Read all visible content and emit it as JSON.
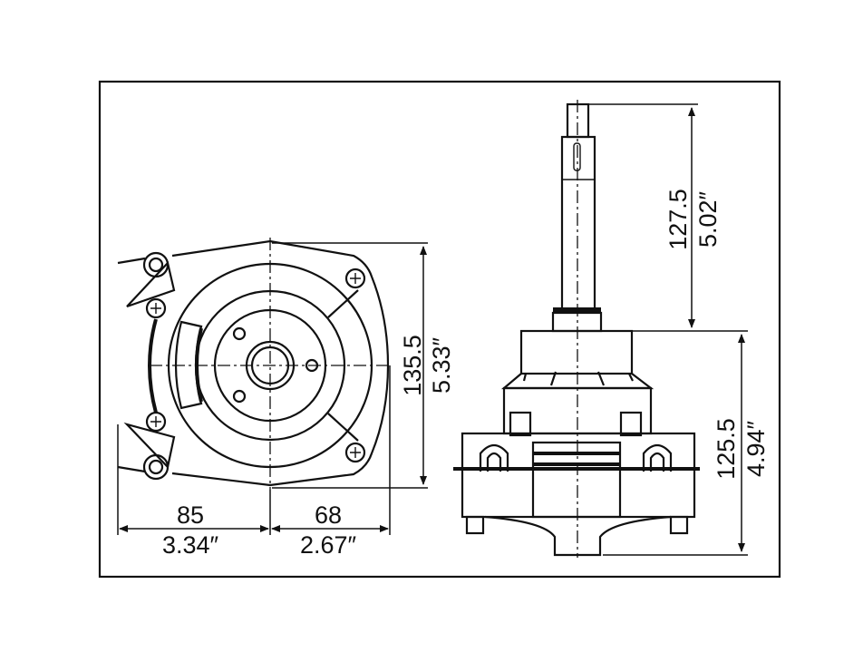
{
  "drawing": {
    "front_view": {
      "dim_height_mm": "135.5",
      "dim_height_in": "5.33″",
      "dim_left_mm": "85",
      "dim_left_in": "3.34″",
      "dim_right_mm": "68",
      "dim_right_in": "2.67″"
    },
    "side_view": {
      "dim_shaft_mm": "127.5",
      "dim_shaft_in": "5.02″",
      "dim_body_mm": "125.5",
      "dim_body_in": "4.94″"
    }
  }
}
